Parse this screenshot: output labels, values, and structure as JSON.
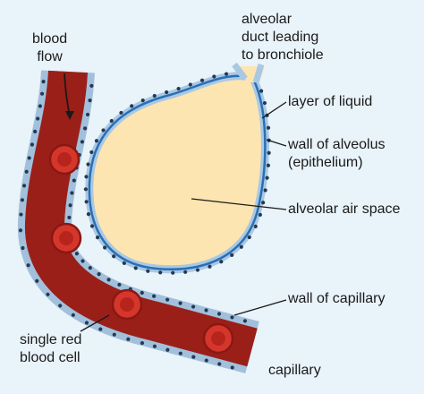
{
  "labels": {
    "blood_flow": [
      "blood",
      "flow"
    ],
    "alveolar_duct": [
      "alveolar",
      "duct leading",
      "to bronchiole"
    ],
    "layer_of_liquid": "layer of liquid",
    "wall_of_alveolus": [
      "wall of alveolus",
      "(epithelium)"
    ],
    "alveolar_air_space": "alveolar air space",
    "wall_of_capillary": "wall of capillary",
    "single_red_blood_cell": [
      "single red",
      "blood cell"
    ],
    "capillary": "capillary"
  },
  "colors": {
    "background": "#e9f3fa",
    "alveolus_fill": "#fde5b1",
    "alveolus_wall": "#a9c8e3",
    "liquid_layer": "#2a6fb5",
    "capillary_wall": "#b3cfe8",
    "blood": "#a3221b",
    "blood_dark": "#7e1712",
    "red_cell": "#d5362c",
    "red_cell_rim": "#8a1812",
    "nuclei": "#243a52",
    "leader_lines": "#1a1a1a"
  },
  "icons": {
    "blood_flow_direction": "arrow-down-icon"
  }
}
